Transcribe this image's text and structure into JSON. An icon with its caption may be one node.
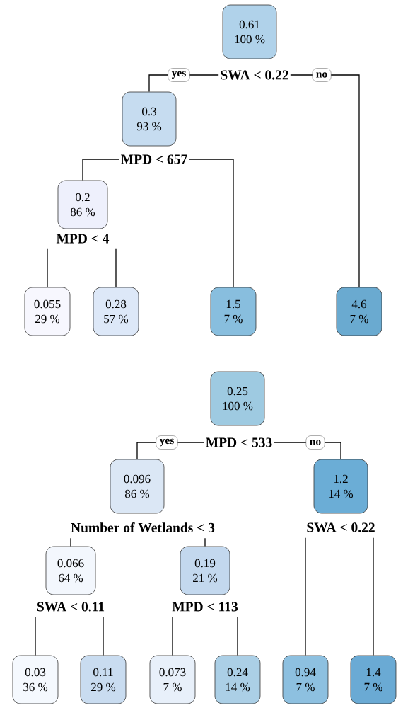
{
  "diagram": {
    "nodes": [
      {
        "text": [
          "0.61",
          "100 %"
        ]
      },
      {
        "text": [
          "SWA < 0.22"
        ]
      },
      {
        "text": [
          "0.3",
          "93 %"
        ]
      },
      {
        "text": [
          "MPD < 657"
        ]
      },
      {
        "text": [
          "0.2",
          "86 %"
        ]
      },
      {
        "text": [
          "MPD < 4"
        ]
      },
      {
        "text": [
          "0.055",
          "29 %"
        ]
      },
      {
        "text": [
          "0.28",
          "57 %"
        ]
      },
      {
        "text": [
          "1.5",
          "7 %"
        ]
      },
      {
        "text": [
          "4.6",
          "7 %"
        ]
      },
      {
        "text": [
          "0.25",
          "100 %"
        ]
      },
      {
        "text": [
          "MPD < 533"
        ]
      },
      {
        "text": [
          "0.096",
          "86 %"
        ]
      },
      {
        "text": [
          "1.2",
          "14 %"
        ]
      },
      {
        "text": [
          "Number of Wetlands < 3"
        ]
      },
      {
        "text": [
          "SWA < 0.22"
        ]
      },
      {
        "text": [
          "0.066",
          "64 %"
        ]
      },
      {
        "text": [
          "0.19",
          "21 %"
        ]
      },
      {
        "text": [
          "SWA < 0.11"
        ]
      },
      {
        "text": [
          "MPD < 113"
        ]
      },
      {
        "text": [
          "0.03",
          "36 %"
        ]
      },
      {
        "text": [
          "0.11",
          "29 %"
        ]
      },
      {
        "text": [
          "0.073",
          "7 %"
        ]
      },
      {
        "text": [
          "0.24",
          "14 %"
        ]
      },
      {
        "text": [
          "0.94",
          "7 %"
        ]
      },
      {
        "text": [
          "1.4",
          "7 %"
        ]
      }
    ],
    "edges": [
      {
        "from": 1,
        "to": 2,
        "arrow": "none",
        "label": "yes"
      },
      {
        "from": 1,
        "to": 9,
        "arrow": "none",
        "label": "no"
      },
      {
        "from": 3,
        "to": 4,
        "arrow": "none"
      },
      {
        "from": 3,
        "to": 8,
        "arrow": "none"
      },
      {
        "from": 5,
        "to": 6,
        "arrow": "none"
      },
      {
        "from": 5,
        "to": 7,
        "arrow": "none"
      },
      {
        "from": 11,
        "to": 12,
        "arrow": "none",
        "label": "yes"
      },
      {
        "from": 11,
        "to": 13,
        "arrow": "none",
        "label": "no"
      },
      {
        "from": 14,
        "to": 16,
        "arrow": "none"
      },
      {
        "from": 14,
        "to": 17,
        "arrow": "none"
      },
      {
        "from": 15,
        "to": 24,
        "arrow": "none"
      },
      {
        "from": 15,
        "to": 25,
        "arrow": "none"
      },
      {
        "from": 18,
        "to": 20,
        "arrow": "none"
      },
      {
        "from": 18,
        "to": 21,
        "arrow": "none"
      },
      {
        "from": 19,
        "to": 22,
        "arrow": "none"
      },
      {
        "from": 19,
        "to": 23,
        "arrow": "none"
      }
    ]
  }
}
